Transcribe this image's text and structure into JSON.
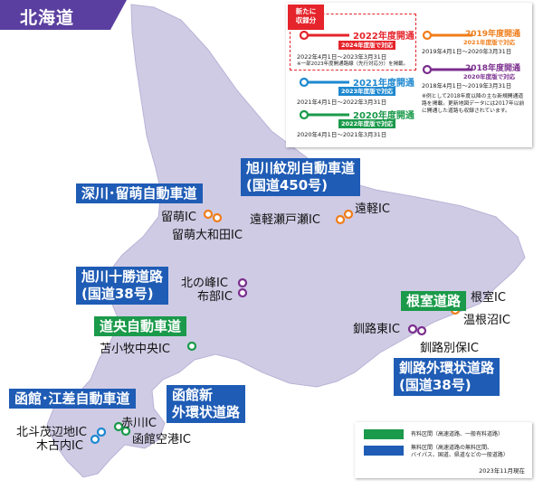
{
  "region": "北海道",
  "legend": {
    "new_badge_line1": "新たに",
    "new_badge_line2": "収録分",
    "items": {
      "y2022": {
        "title": "2022年度開通",
        "tag": "2024年度版で対応",
        "period": "2022年4月1日～2023年3月31日",
        "note": "※一部2023年度開通路線（先行対応分）を掲載。",
        "color": "#e5242b"
      },
      "y2021": {
        "title": "2021年度開通",
        "tag": "2023年度版で対応",
        "period": "2021年4月1日～2022年3月31日",
        "color": "#1e88d0"
      },
      "y2020": {
        "title": "2020年度開通",
        "tag": "2022年度版で対応",
        "period": "2020年4月1日～2021年3月31日",
        "color": "#1a9a4a"
      },
      "y2019": {
        "title": "2019年度開通",
        "tag": "2021年度版で対応",
        "period": "2019年4月1日～2020年3月31日",
        "color": "#ef7d1a"
      },
      "y2018": {
        "title": "2018年度開通",
        "tag": "2020年度版で対応",
        "period": "2018年4月1日～2019年3月31日",
        "color": "#7b2e8e"
      }
    },
    "footnote": "※例として2018年度以降の主な新規開通道路を掲載。更新地図データには2017年以前に開通した道路も収録されています。"
  },
  "routes": {
    "fukagawa_rumoi": "深川･留萌自動車道",
    "asahikawa_monbetsu_1": "旭川紋別自動車道",
    "asahikawa_monbetsu_2": "(国道450号)",
    "asahikawa_tokachi_1": "旭川十勝道路",
    "asahikawa_tokachi_2": "(国道38号)",
    "doo": "道央自動車道",
    "nemuro": "根室道路",
    "kushiro_1": "釧路外環状道路",
    "kushiro_2": "(国道38号)",
    "hakodate_esashi": "函館･江差自動車道",
    "hakodate_shin_1": "函館新",
    "hakodate_shin_2": "外環状道路"
  },
  "interchanges": {
    "rumoi": "留萌IC",
    "rumoi_ohwada": "留萌大和田IC",
    "engaru_setoshi": "遠軽瀬戸瀬IC",
    "engaru": "遠軽IC",
    "kitanomine": "北の峰IC",
    "furube": "布部IC",
    "tomakomai": "苫小牧中央IC",
    "nemuro": "根室IC",
    "onnenuma": "温根沼IC",
    "kushiro_east": "釧路東IC",
    "kushiro_betsuho": "釧路別保IC",
    "hokuto": "北斗茂辺地IC",
    "kikonai": "木古内IC",
    "akagawa": "赤川IC",
    "hakodate_airport": "函館空港IC"
  },
  "bottom_legend": {
    "toll": "有料区間（高速道路、一般有料道路）",
    "free_1": "無料区間（高速道路の無料区間、",
    "free_2": "バイパス、国道、県道などの一般道路）",
    "as_of": "2023年11月現在",
    "toll_color": "#1a9a4a",
    "free_color": "#1f5cb5"
  },
  "colors": {
    "land": "#cfcbe4",
    "coast": "#b9b3d6",
    "red": "#e5242b",
    "blue": "#1e88d0",
    "green": "#1a9a4a",
    "orange": "#ef7d1a",
    "purple": "#7b2e8e"
  }
}
